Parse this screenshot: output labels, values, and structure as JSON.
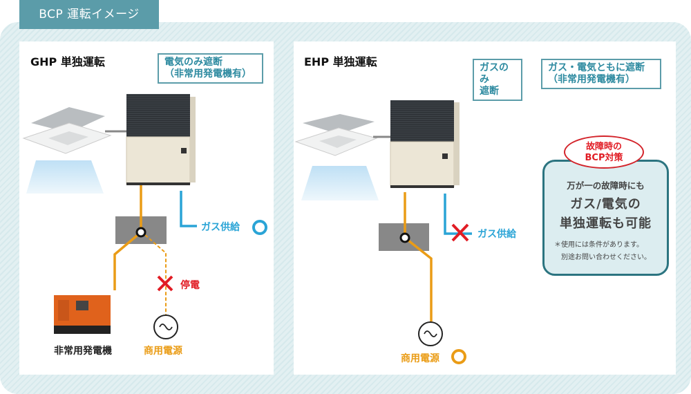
{
  "header": {
    "title": "BCP 運転イメージ"
  },
  "ghp": {
    "title": "GHP 単独運転",
    "tag_line1": "電気のみ遮断",
    "tag_line2": "（非常用発電機有）",
    "gas_label": "ガス供給",
    "gas_status": "○",
    "outage_label": "停電",
    "generator_label": "非常用発電機",
    "commercial_label": "商用電源"
  },
  "ehp": {
    "title": "EHP 単独運転",
    "tag1_line1": "ガスのみ",
    "tag1_line2": "遮断",
    "tag2_line1": "ガス・電気ともに遮断",
    "tag2_line2": "（非常用発電機有）",
    "gas_label": "ガス供給",
    "gas_status": "×",
    "commercial_label": "商用電源",
    "commercial_status": "○"
  },
  "bcp": {
    "badge_line1": "故障時の",
    "badge_line2": "BCP対策",
    "line1": "万が一の故障時にも",
    "line2": "ガス/電気の",
    "line3": "単独運転も可能",
    "note1": "＊使用には条件があります。",
    "note2": "別途お問い合わせください。"
  },
  "colors": {
    "accent": "#5b9ca9",
    "gas": "#2aa4d6",
    "power": "#ea9c16",
    "alert": "#e11c24"
  }
}
